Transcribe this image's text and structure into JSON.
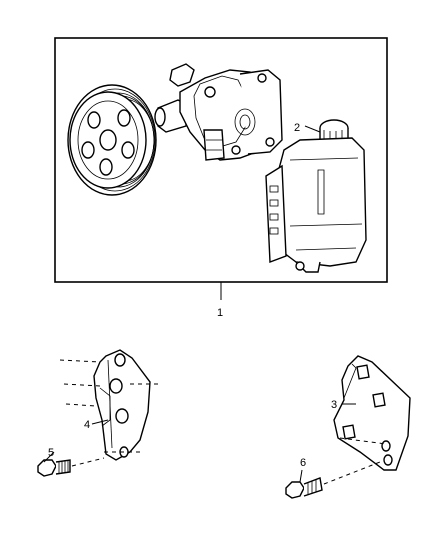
{
  "callouts": {
    "pump_assembly": "1",
    "reservoir": "2",
    "right_bracket": "3",
    "left_bracket": "4",
    "left_bolt": "5",
    "right_bolt": "6"
  }
}
